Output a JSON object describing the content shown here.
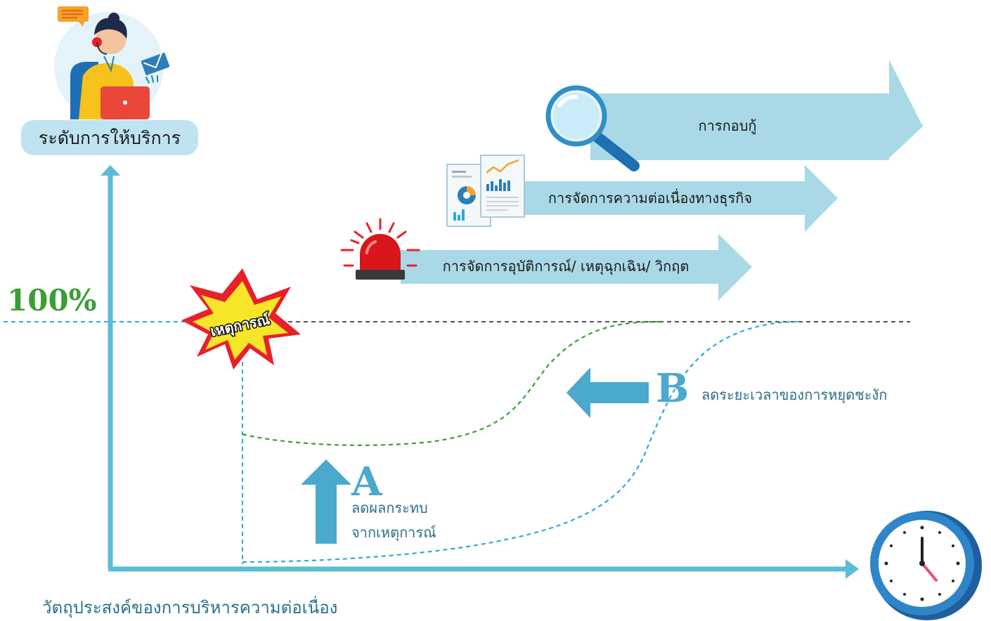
{
  "service_level_label": "ระดับการให้บริการ",
  "hundred_percent": "100%",
  "incident_burst": "เหตุการณ์",
  "arrows": {
    "recovery": "การกอบกู้",
    "bcm": "การจัดการความต่อเนื่องทางธุรกิจ",
    "incident_mgmt": "การจัดการอุบัติการณ์/ เหตุฉุกเฉิน/ วิกฤต"
  },
  "marker_a": {
    "letter": "A",
    "line1": "ลดผลกระทบ",
    "line2": "จากเหตุการณ์"
  },
  "marker_b": {
    "letter": "B",
    "text": "ลดระยะเวลาของการหยุดชะงัก"
  },
  "caption": "วัตถุประสงค์ของการบริหารความต่อเนื่อง",
  "icons": [
    "support-agent-icon",
    "magnifier-icon",
    "report-documents-icon",
    "alarm-siren-icon",
    "clock-icon"
  ],
  "colors": {
    "axis": "#5bbcd6",
    "band": "#a9d9e6",
    "green": "#3a9e35",
    "blue_dash": "#2ea9d8",
    "gray_dash": "#555555",
    "marker_blue": "#4aa9cc",
    "siren_red": "#d8161b",
    "burst_yellow": "#f7e52a",
    "burst_red": "#e8202a"
  }
}
